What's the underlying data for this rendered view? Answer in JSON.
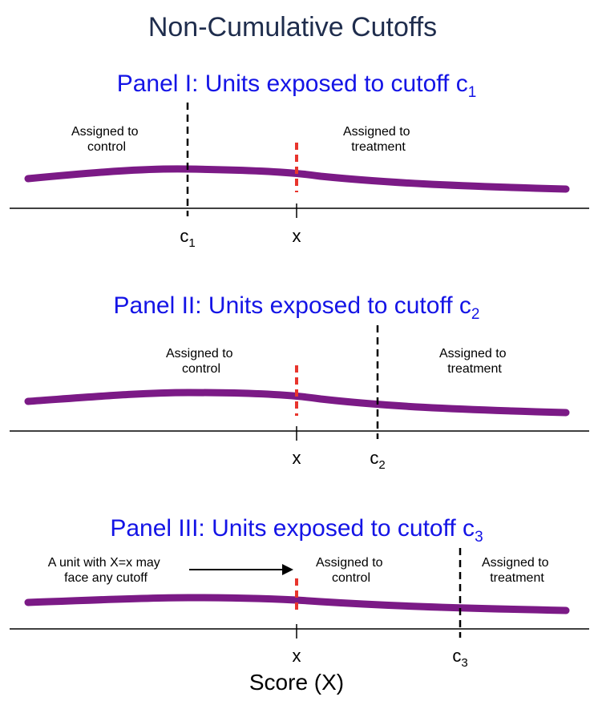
{
  "title": "Non-Cumulative Cutoffs",
  "x_axis_title": "Score (X)",
  "colors": {
    "title": "#1f2d4d",
    "panel_title": "#1414e6",
    "density_curve": "#7b1a86",
    "score_marker": "#e8352d",
    "cutoff_line": "#000000"
  },
  "panels": [
    {
      "title": "Panel I: Units exposed to cutoff c",
      "title_sub": "1",
      "left_label": [
        "Assigned to",
        "control"
      ],
      "right_label": [
        "Assigned to",
        "treatment"
      ],
      "cutoff_label": "c",
      "cutoff_sub": "1",
      "score_label": "x"
    },
    {
      "title": "Panel II: Units exposed to cutoff c",
      "title_sub": "2",
      "left_label": [
        "Assigned to",
        "control"
      ],
      "right_label": [
        "Assigned to",
        "treatment"
      ],
      "cutoff_label": "c",
      "cutoff_sub": "2",
      "score_label": "x"
    },
    {
      "title": "Panel III: Units exposed to cutoff c",
      "title_sub": "3",
      "note_label": [
        "A unit with X=x may",
        "face any cutoff"
      ],
      "left_label": [
        "Assigned to",
        "control"
      ],
      "right_label": [
        "Assigned to",
        "treatment"
      ],
      "cutoff_label": "c",
      "cutoff_sub": "3",
      "score_label": "x"
    }
  ]
}
